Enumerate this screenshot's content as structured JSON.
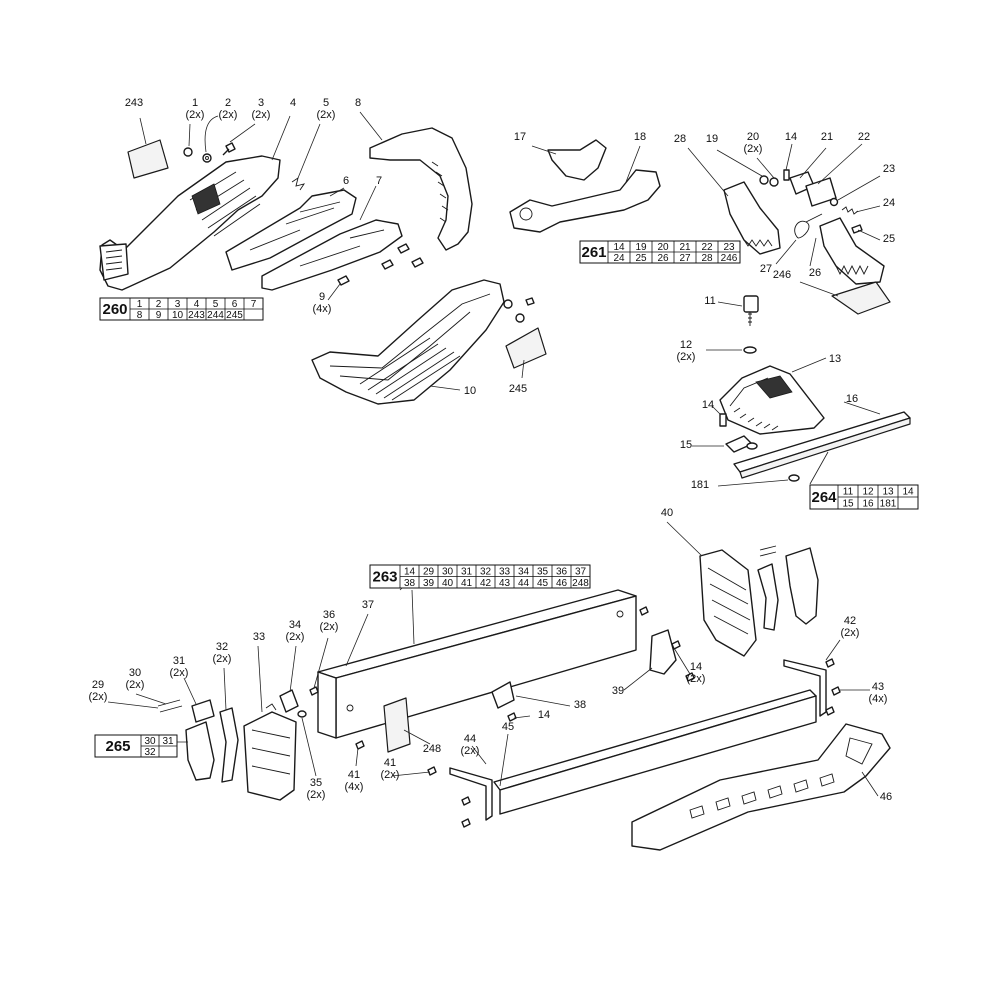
{
  "callouts": [
    {
      "id": "c243",
      "lines": [
        "243"
      ]
    },
    {
      "id": "c1",
      "lines": [
        "1",
        "(2x)"
      ]
    },
    {
      "id": "c2",
      "lines": [
        "2",
        "(2x)"
      ]
    },
    {
      "id": "c3",
      "lines": [
        "3",
        "(2x)"
      ]
    },
    {
      "id": "c4",
      "lines": [
        "4"
      ]
    },
    {
      "id": "c5",
      "lines": [
        "5",
        "(2x)"
      ]
    },
    {
      "id": "c8",
      "lines": [
        "8"
      ]
    },
    {
      "id": "c6",
      "lines": [
        "6"
      ]
    },
    {
      "id": "c7",
      "lines": [
        "7"
      ]
    },
    {
      "id": "c9",
      "lines": [
        "9",
        "(4x)"
      ]
    },
    {
      "id": "c10",
      "lines": [
        "10"
      ]
    },
    {
      "id": "c245",
      "lines": [
        "245"
      ]
    },
    {
      "id": "c17",
      "lines": [
        "17"
      ]
    },
    {
      "id": "c18",
      "lines": [
        "18"
      ]
    },
    {
      "id": "c28",
      "lines": [
        "28"
      ]
    },
    {
      "id": "c19",
      "lines": [
        "19"
      ]
    },
    {
      "id": "c20",
      "lines": [
        "20",
        "(2x)"
      ]
    },
    {
      "id": "c14a",
      "lines": [
        "14"
      ]
    },
    {
      "id": "c21",
      "lines": [
        "21"
      ]
    },
    {
      "id": "c22",
      "lines": [
        "22"
      ]
    },
    {
      "id": "c23",
      "lines": [
        "23"
      ]
    },
    {
      "id": "c24",
      "lines": [
        "24"
      ]
    },
    {
      "id": "c25",
      "lines": [
        "25"
      ]
    },
    {
      "id": "c27",
      "lines": [
        "27"
      ]
    },
    {
      "id": "c26",
      "lines": [
        "26"
      ]
    },
    {
      "id": "c246",
      "lines": [
        "246"
      ]
    },
    {
      "id": "c11",
      "lines": [
        "11"
      ]
    },
    {
      "id": "c12",
      "lines": [
        "12",
        "(2x)"
      ]
    },
    {
      "id": "c13",
      "lines": [
        "13"
      ]
    },
    {
      "id": "c16",
      "lines": [
        "16"
      ]
    },
    {
      "id": "c14b",
      "lines": [
        "14"
      ]
    },
    {
      "id": "c15",
      "lines": [
        "15"
      ]
    },
    {
      "id": "c181",
      "lines": [
        "181"
      ]
    },
    {
      "id": "c40",
      "lines": [
        "40"
      ]
    },
    {
      "id": "c37",
      "lines": [
        "37"
      ]
    },
    {
      "id": "c36",
      "lines": [
        "36",
        "(2x)"
      ]
    },
    {
      "id": "c34",
      "lines": [
        "34",
        "(2x)"
      ]
    },
    {
      "id": "c33",
      "lines": [
        "33"
      ]
    },
    {
      "id": "c32",
      "lines": [
        "32",
        "(2x)"
      ]
    },
    {
      "id": "c31",
      "lines": [
        "31",
        "(2x)"
      ]
    },
    {
      "id": "c30",
      "lines": [
        "30",
        "(2x)"
      ]
    },
    {
      "id": "c29",
      "lines": [
        "29",
        "(2x)"
      ]
    },
    {
      "id": "c35",
      "lines": [
        "35",
        "(2x)"
      ]
    },
    {
      "id": "c41a",
      "lines": [
        "41",
        "(4x)"
      ]
    },
    {
      "id": "c41b",
      "lines": [
        "41",
        "(2x)"
      ]
    },
    {
      "id": "c248",
      "lines": [
        "248"
      ]
    },
    {
      "id": "c44",
      "lines": [
        "44",
        "(2x)"
      ]
    },
    {
      "id": "c45",
      "lines": [
        "45"
      ]
    },
    {
      "id": "c38",
      "lines": [
        "38"
      ]
    },
    {
      "id": "c14c",
      "lines": [
        "14"
      ]
    },
    {
      "id": "c39",
      "lines": [
        "39"
      ]
    },
    {
      "id": "c14d",
      "lines": [
        "14",
        "(2x)"
      ]
    },
    {
      "id": "c42",
      "lines": [
        "42",
        "(2x)"
      ]
    },
    {
      "id": "c43",
      "lines": [
        "43",
        "(4x)"
      ]
    },
    {
      "id": "c46",
      "lines": [
        "46"
      ]
    }
  ],
  "kits": [
    {
      "id": "kit260",
      "kit": "260",
      "rows": [
        [
          "1",
          "2",
          "3",
          "4",
          "5",
          "6",
          "7"
        ],
        [
          "8",
          "9",
          "10",
          "243",
          "244",
          "245",
          ""
        ]
      ]
    },
    {
      "id": "kit261",
      "kit": "261",
      "rows": [
        [
          "14",
          "19",
          "20",
          "21",
          "22",
          "23"
        ],
        [
          "24",
          "25",
          "26",
          "27",
          "28",
          "246"
        ]
      ]
    },
    {
      "id": "kit264",
      "kit": "264",
      "rows": [
        [
          "11",
          "12",
          "13",
          "14"
        ],
        [
          "15",
          "16",
          "181",
          ""
        ]
      ]
    },
    {
      "id": "kit263",
      "kit": "263",
      "rows": [
        [
          "14",
          "29",
          "30",
          "31",
          "32",
          "33",
          "34",
          "35",
          "36",
          "37"
        ],
        [
          "38",
          "39",
          "40",
          "41",
          "42",
          "43",
          "44",
          "45",
          "46",
          "248"
        ]
      ]
    },
    {
      "id": "kit265",
      "kit": "265",
      "rows": [
        [
          "30",
          "31"
        ],
        [
          "32",
          ""
        ]
      ]
    }
  ]
}
